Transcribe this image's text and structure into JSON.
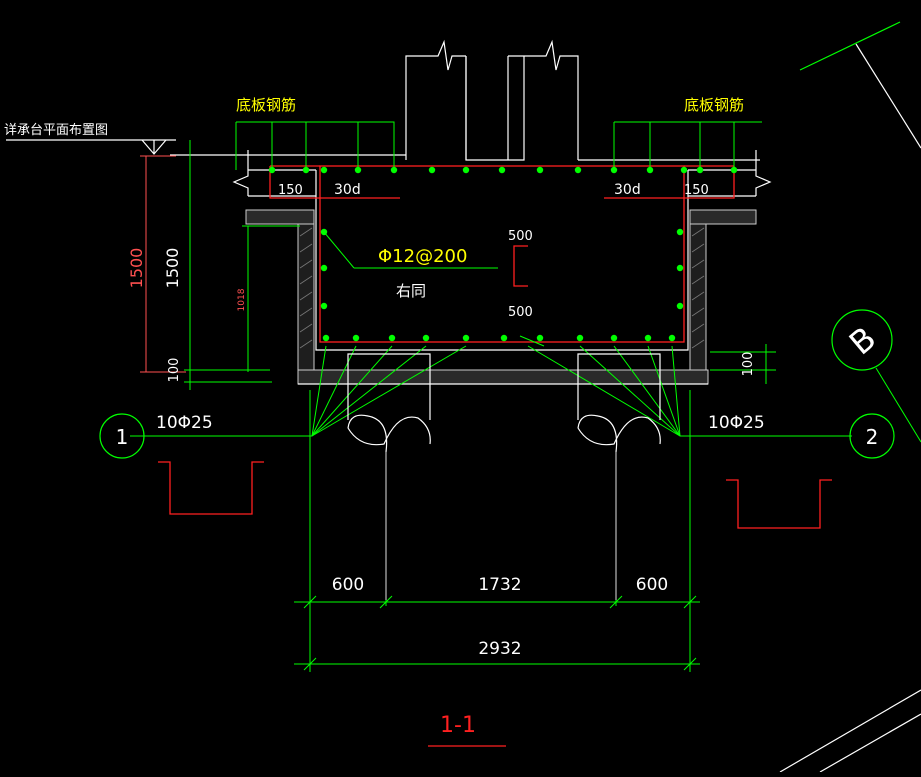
{
  "labels": {
    "left_ref": "详承台平面布置图",
    "bottom_rebar_left": "底板钢筋",
    "bottom_rebar_right": "底板钢筋",
    "cover_left": "150",
    "cover_right": "150",
    "anchor_left": "30d",
    "anchor_right": "30d",
    "stirrup": "Φ12@200",
    "stirrup_note": "右同",
    "section_top": "500",
    "section_bottom": "500",
    "dim_height_total": "1500",
    "dim_height_inner": "1500",
    "dim_height_small": "1018",
    "dim_bottom_left": "100",
    "dim_bottom_right": "100",
    "rebar_left": "10Φ25",
    "rebar_right": "10Φ25",
    "axis_1": "1",
    "axis_2": "2",
    "axis_b": "B",
    "dim_600_left": "600",
    "dim_1732": "1732",
    "dim_600_right": "600",
    "dim_2932": "2932",
    "section_title": "1-1"
  },
  "colors": {
    "background": "#000000",
    "green": "#00ff00",
    "yellow": "#ffff00",
    "red": "#ff2020",
    "white": "#ffffff",
    "gray": "#a0a0a0",
    "dim_red": "#ff5050"
  }
}
